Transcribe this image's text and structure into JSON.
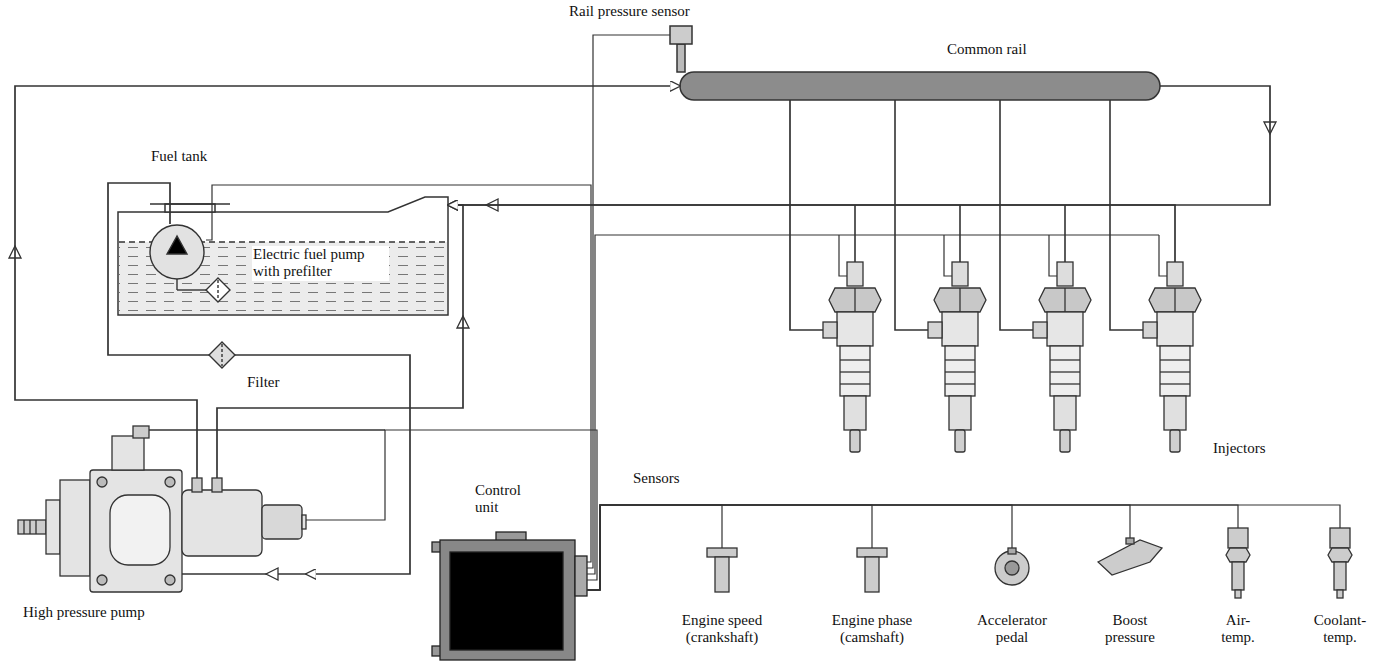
{
  "diagram": {
    "nodes": [
      {
        "text": [
          "Rail pressure sensor"
        ]
      },
      {
        "text": [
          "Common rail"
        ]
      },
      {
        "text": [
          "Fuel tank"
        ]
      },
      {
        "text": [
          "Electric fuel pump with prefilter"
        ],
        "in": 2
      },
      {
        "text": [
          "Filter"
        ]
      },
      {
        "text": [
          "Injectors"
        ]
      },
      {
        "text": [
          "High pressure pump"
        ]
      },
      {
        "text": [
          "Control unit"
        ]
      },
      {
        "text": [
          "Engine speed (crankshaft)"
        ]
      },
      {
        "text": [
          "Engine phase (camshaft)"
        ]
      },
      {
        "text": [
          "Accelerator pedal"
        ]
      },
      {
        "text": [
          "Boost pressure"
        ]
      },
      {
        "text": [
          "Air- temp."
        ]
      },
      {
        "text": [
          "Coolant- temp."
        ]
      }
    ],
    "edges": [
      {
        "from": 3,
        "to": 4,
        "arrow": "none"
      },
      {
        "from": 4,
        "to": 6,
        "arrow": "to"
      },
      {
        "from": 6,
        "to": 1,
        "arrow": "to"
      },
      {
        "from": 1,
        "to": 5,
        "arrow": "none"
      },
      {
        "from": 6,
        "to": 2,
        "arrow": "to"
      },
      {
        "from": 1,
        "to": 2,
        "arrow": "to"
      },
      {
        "from": 5,
        "to": 2,
        "arrow": "to"
      },
      {
        "from": 0,
        "to": 7,
        "arrow": "none"
      },
      {
        "from": 7,
        "to": 5,
        "arrow": "none"
      },
      {
        "from": 7,
        "to": 6,
        "arrow": "none"
      },
      {
        "from": 7,
        "to": 3,
        "arrow": "none"
      },
      {
        "from": 8,
        "to": 7,
        "arrow": "none"
      },
      {
        "from": 9,
        "to": 7,
        "arrow": "none"
      },
      {
        "from": 10,
        "to": 7,
        "arrow": "none"
      },
      {
        "from": 11,
        "to": 7,
        "arrow": "none"
      },
      {
        "from": 12,
        "to": 7,
        "arrow": "none"
      },
      {
        "from": 13,
        "to": 7,
        "arrow": "none"
      }
    ],
    "labels": [
      "Sensors"
    ]
  }
}
